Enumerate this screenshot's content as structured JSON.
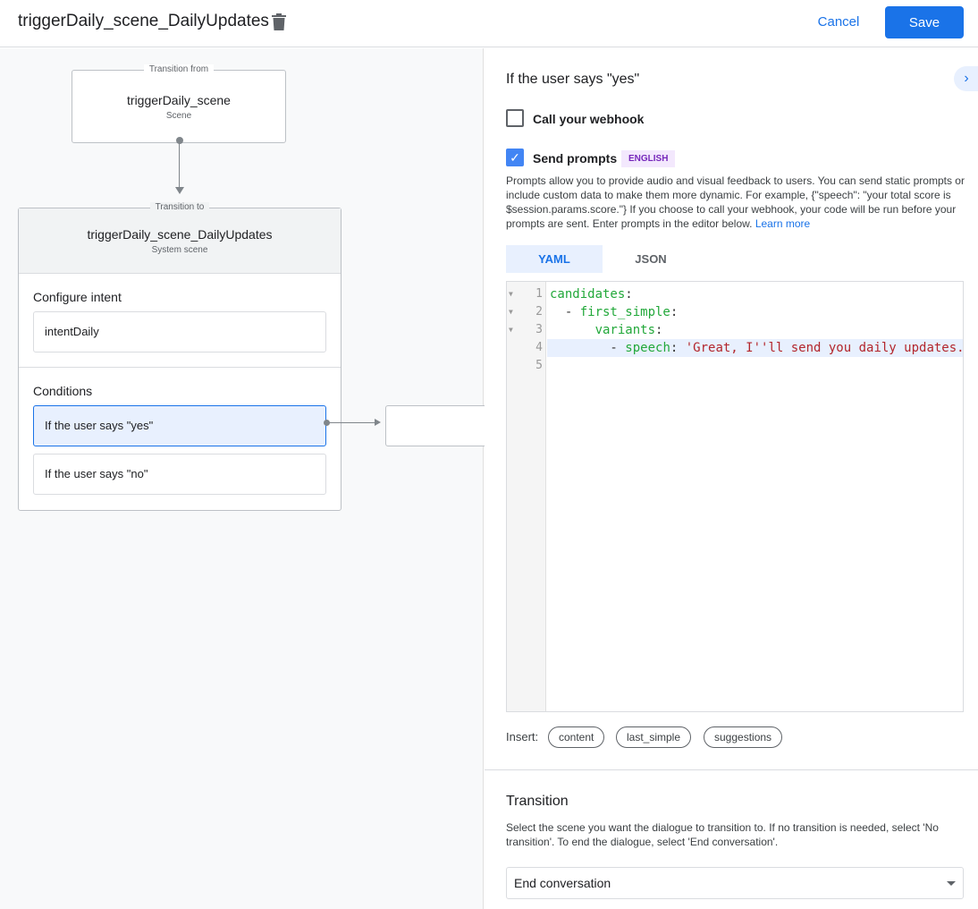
{
  "header": {
    "title": "triggerDaily_scene_DailyUpdates",
    "cancel_label": "Cancel",
    "save_label": "Save"
  },
  "canvas": {
    "from": {
      "label": "Transition from",
      "name": "triggerDaily_scene",
      "type": "Scene"
    },
    "to": {
      "label": "Transition to",
      "name": "triggerDaily_scene_DailyUpdates",
      "type": "System scene"
    },
    "intent_section": "Configure intent",
    "intent": "intentDaily",
    "conditions_section": "Conditions",
    "conditions": [
      "If the user says \"yes\"",
      "If the user says \"no\""
    ]
  },
  "panel": {
    "title": "If the user says \"yes\"",
    "webhook": {
      "label": "Call your webhook",
      "checked": false
    },
    "prompts": {
      "label": "Send prompts",
      "checked": true,
      "badge": "ENGLISH"
    },
    "description": "Prompts allow you to provide audio and visual feedback to users. You can send static prompts or include custom data to make them more dynamic. For example, {\"speech\": \"your total score is $session.params.score.\"} If you choose to call your webhook, your code will be run before your prompts are sent. Enter prompts in the editor below.",
    "learn_more": "Learn more",
    "tabs": [
      "YAML",
      "JSON"
    ],
    "active_tab": "YAML",
    "code": {
      "l1k": "candidates",
      "l2k": "first_simple",
      "l3k": "variants",
      "l4k": "speech",
      "l4v": "'Great, I''ll send you daily updates.",
      "line_numbers": [
        "1",
        "2",
        "3",
        "4",
        "5"
      ]
    },
    "insert_label": "Insert:",
    "insert_chips": [
      "content",
      "last_simple",
      "suggestions"
    ],
    "transition": {
      "title": "Transition",
      "description": "Select the scene you want the dialogue to transition to. If no transition is needed, select 'No transition'. To end the dialogue, select 'End conversation'.",
      "selected": "End conversation"
    }
  },
  "colors": {
    "accent": "#1a73e8",
    "badge_bg": "#f3e8fd",
    "badge_text": "#7627bb",
    "selected_condition": "#e8f0fe"
  }
}
